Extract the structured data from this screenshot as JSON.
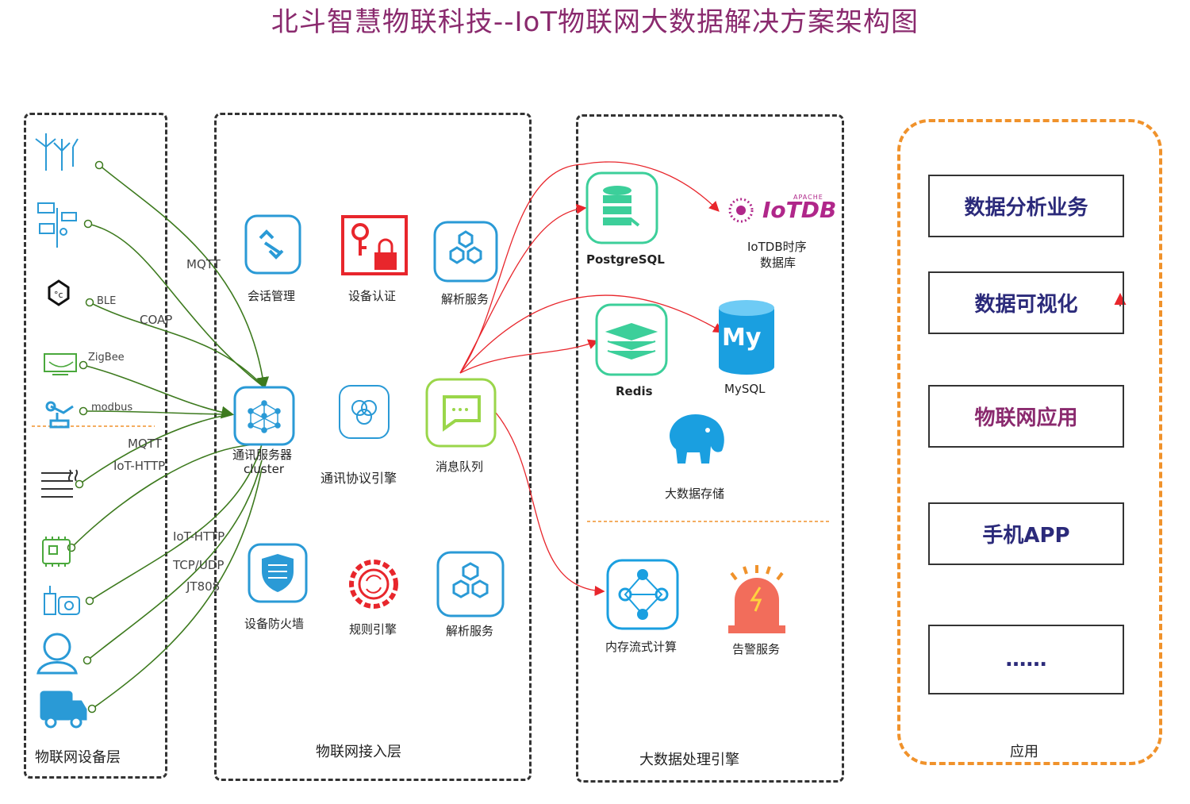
{
  "title": "北斗智慧物联科技--IoT物联网大数据解决方案架构图",
  "panels": {
    "device": "物联网设备层",
    "access": "物联网接入层",
    "bigdata": "大数据处理引擎",
    "app": "应用"
  },
  "protocols": [
    "MQTT",
    "BLE",
    "COAP",
    "ZigBee",
    "modbus",
    "MQTT",
    "IoT-HTTP",
    "IoT-HTTP",
    "TCP/UDP",
    "JT808"
  ],
  "access_nodes": {
    "session": "会话管理",
    "auth": "设备认证",
    "parse1": "解析服务",
    "cluster_line1": "通讯服务器",
    "cluster_line2": "cluster",
    "protocol_engine": "通讯协议引擎",
    "mq": "消息队列",
    "firewall": "设备防火墙",
    "rules": "规则引擎",
    "parse2": "解析服务"
  },
  "bigdata_nodes": {
    "postgres": "PostgreSQL",
    "iotdb_logo": "IoTDB",
    "iotdb_apache": "APACHE",
    "iotdb_line1": "IoTDB时序",
    "iotdb_line2": "数据库",
    "redis": "Redis",
    "mysql": "MySQL",
    "mysql_logo": "My",
    "hadoop": "大数据存储",
    "stream": "内存流式计算",
    "alarm": "告警服务"
  },
  "apps": [
    "数据分析业务",
    "数据可视化",
    "物联网应用",
    "手机APP",
    "……"
  ],
  "colors": {
    "title": "#8a2a6e",
    "device_line": "#3d7a1e",
    "data_line": "#e8262c",
    "app_border": "#f0922b",
    "icon_blue": "#2a9ad6",
    "icon_green": "#3ccf9a"
  }
}
